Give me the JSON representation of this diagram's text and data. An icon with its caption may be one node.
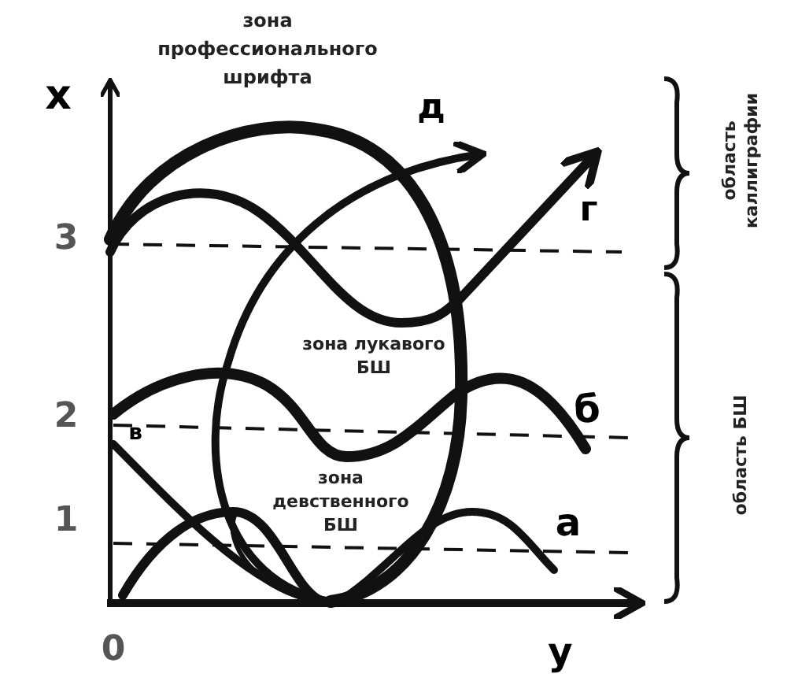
{
  "diagram": {
    "labels": [
      "зона профессионального шрифта",
      "х",
      "д",
      "3",
      "г",
      "область каллиграфии",
      "зона лукавого БШ",
      "2",
      "в",
      "б",
      "область БШ",
      "зона девственного БШ",
      "1",
      "а",
      "0",
      "у"
    ]
  }
}
